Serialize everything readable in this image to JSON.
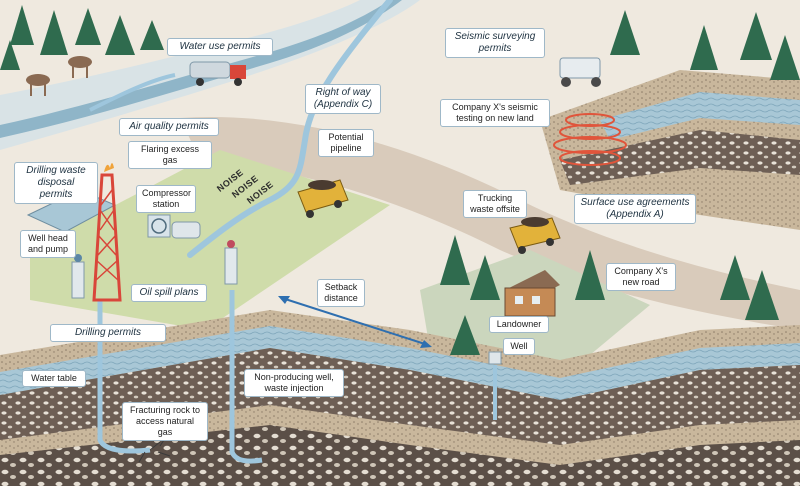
{
  "labels": {
    "water_use_permits": "Water use permits",
    "seismic_surveying_permits": "Seismic surveying\npermits",
    "right_of_way": "Right of way\n(Appendix C)",
    "air_quality_permits": "Air quality permits",
    "flaring_excess_gas": "Flaring excess gas",
    "drilling_waste_disposal_permits": "Drilling waste\ndisposal permits",
    "compressor_station": "Compressor\nstation",
    "potential_pipeline": "Potential\npipeline",
    "company_seismic_testing": "Company X's seismic\ntesting on new land",
    "trucking_waste_offsite": "Trucking\nwaste offsite",
    "surface_use_agreements": "Surface use agreements\n(Appendix A)",
    "well_head_and_pump": "Well head\nand pump",
    "oil_spill_plans": "Oil spill plans",
    "setback_distance": "Setback\ndistance",
    "company_new_road": "Company X's\nnew road",
    "landowner": "Landowner",
    "well": "Well",
    "drilling_permits": "Drilling permits",
    "water_table": "Water table",
    "non_producing_well": "Non-producing well,\nwaste injection",
    "fracturing_rock": "Fracturing rock to\naccess natural gas"
  },
  "noise_words": [
    "NOISE",
    "NOISE",
    "NOISE"
  ],
  "colors": {
    "ground": "#efe9df",
    "site_pad": "#cfdcaa",
    "road": "#d9cbbb",
    "pipeline": "#9ec6dd",
    "soil_dark": "#6e5f55",
    "soil_light": "#c9b79c",
    "water_band": "#a8c7d6",
    "tree": "#2f6b4e",
    "truck": "#e2b23a",
    "derrick": "#d9463a",
    "setback_arrow": "#2e6fb0"
  }
}
